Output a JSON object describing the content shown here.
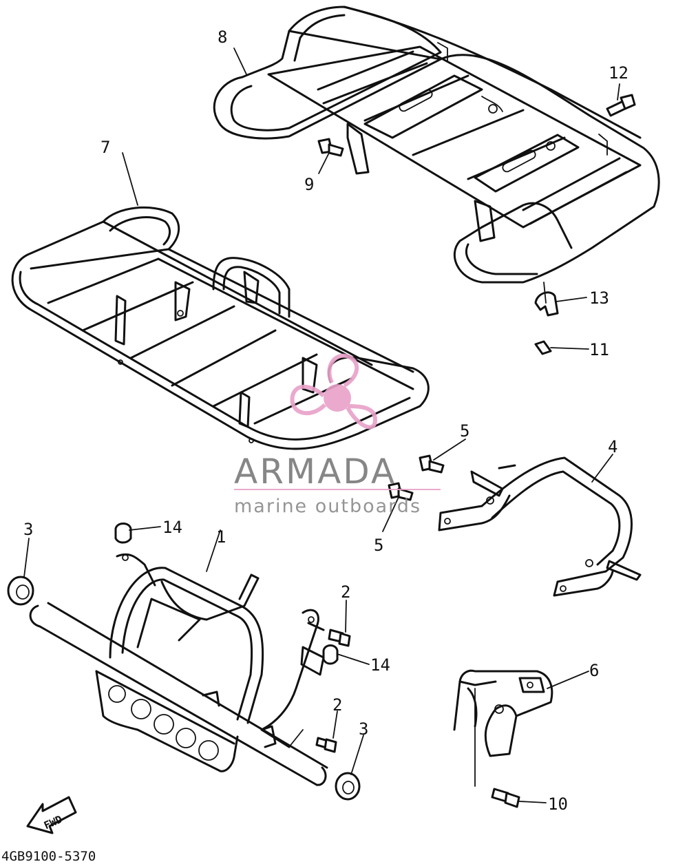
{
  "diagram": {
    "part_code": "4GB9100-5370",
    "fwd_label": "FWD",
    "callouts": [
      {
        "id": "c1",
        "text": "1"
      },
      {
        "id": "c2a",
        "text": "2"
      },
      {
        "id": "c2b",
        "text": "2"
      },
      {
        "id": "c3a",
        "text": "3"
      },
      {
        "id": "c3b",
        "text": "3"
      },
      {
        "id": "c4",
        "text": "4"
      },
      {
        "id": "c5a",
        "text": "5"
      },
      {
        "id": "c5b",
        "text": "5"
      },
      {
        "id": "c6",
        "text": "6"
      },
      {
        "id": "c7",
        "text": "7"
      },
      {
        "id": "c8",
        "text": "8"
      },
      {
        "id": "c9",
        "text": "9"
      },
      {
        "id": "c10",
        "text": "10"
      },
      {
        "id": "c11",
        "text": "11"
      },
      {
        "id": "c12",
        "text": "12"
      },
      {
        "id": "c13",
        "text": "13"
      },
      {
        "id": "c14a",
        "text": "14"
      },
      {
        "id": "c14b",
        "text": "14"
      }
    ]
  },
  "watermark": {
    "brand": "ARMADA",
    "tagline": "marine outboards",
    "logo_color": "#e8a0c8",
    "text_color": "#7a7a7a"
  }
}
